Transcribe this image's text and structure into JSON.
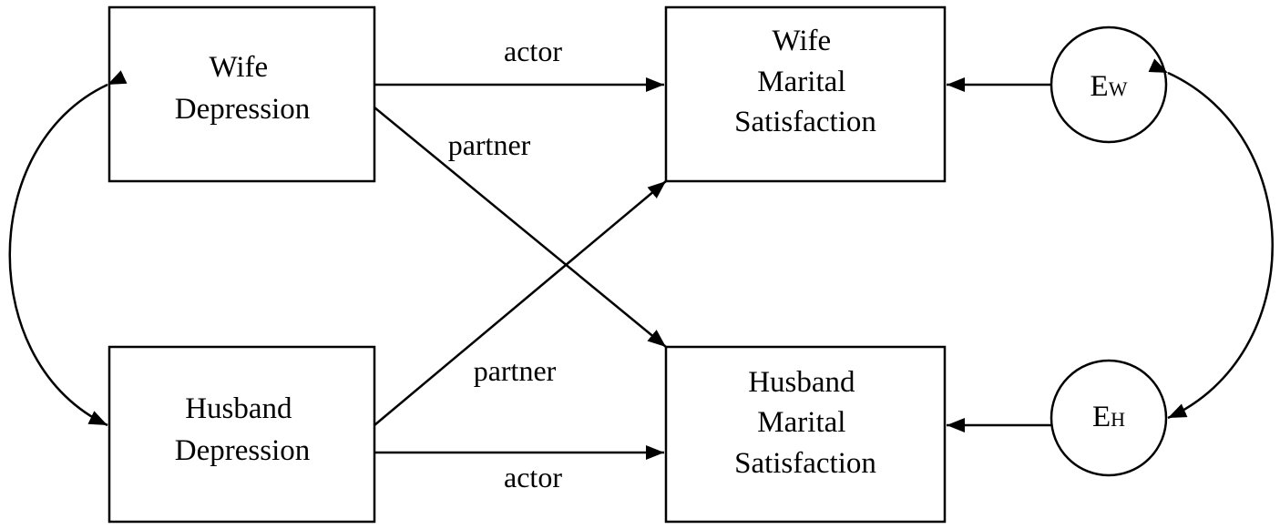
{
  "diagram": {
    "nodes": {
      "wife_depression": {
        "lines": [
          "Wife",
          "Depression"
        ]
      },
      "husband_depression": {
        "lines": [
          "Husband",
          "Depression"
        ]
      },
      "wife_satisfaction": {
        "lines": [
          "Wife",
          "Marital",
          "Satisfaction"
        ]
      },
      "husband_satisfaction": {
        "lines": [
          "Husband",
          "Marital",
          "Satisfaction"
        ]
      },
      "error_wife": {
        "main": "E",
        "sub": "W"
      },
      "error_husband": {
        "main": "E",
        "sub": "H"
      }
    },
    "edges": {
      "wife_actor": "actor",
      "wife_partner": "partner",
      "husband_partner": "partner",
      "husband_actor": "actor"
    }
  }
}
